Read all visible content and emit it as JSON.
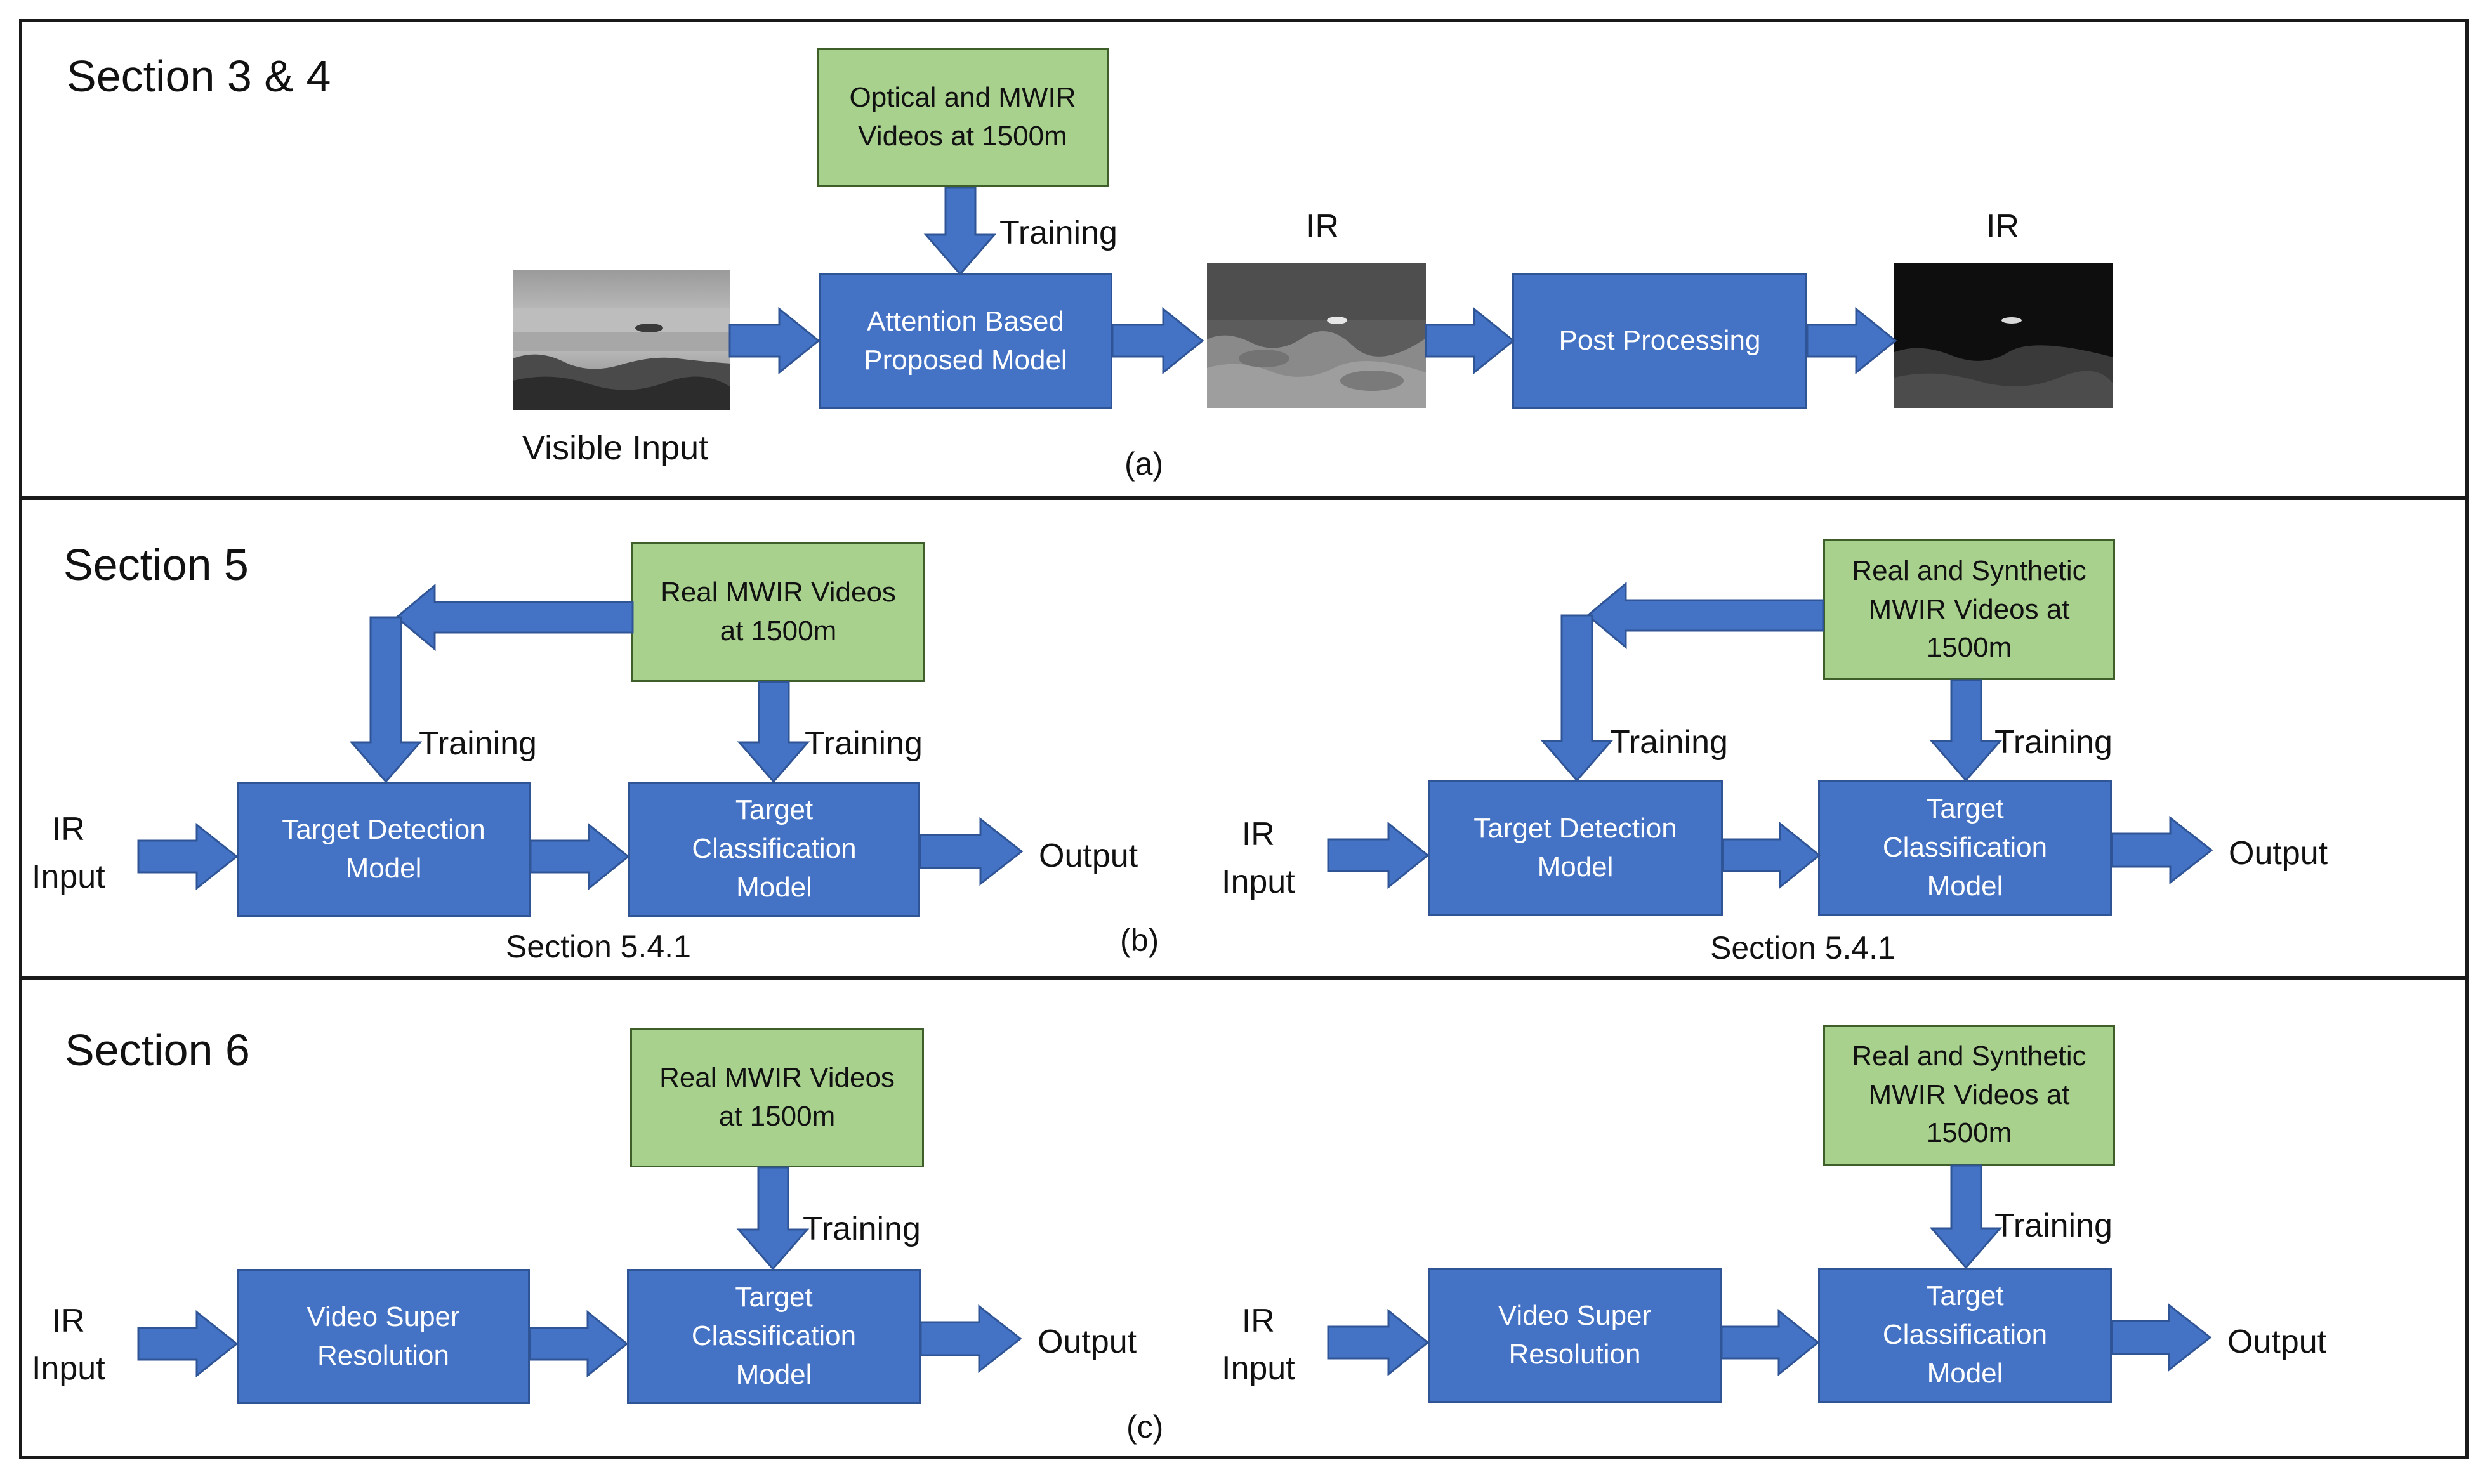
{
  "panel_a": {
    "title": "Section 3 & 4",
    "data_box": "Optical and MWIR\nVideos at 1500m",
    "training": "Training",
    "model_box": "Attention Based\nProposed Model",
    "post_box": "Post Processing",
    "ir_label_1": "IR",
    "ir_label_2": "IR",
    "visible_caption": "Visible Input",
    "sub_label": "(a)"
  },
  "panel_b": {
    "title": "Section 5",
    "sub_label": "(b)",
    "left": {
      "data_box": "Real MWIR Videos\nat 1500m",
      "training_1": "Training",
      "training_2": "Training",
      "input": "IR\nInput",
      "detect_box": "Target Detection\nModel",
      "class_box": "Target\nClassification\nModel",
      "output": "Output",
      "caption": "Section 5.4.1"
    },
    "right": {
      "data_box": "Real and Synthetic\nMWIR Videos at\n1500m",
      "training_1": "Training",
      "training_2": "Training",
      "input": "IR\nInput",
      "detect_box": "Target Detection\nModel",
      "class_box": "Target\nClassification\nModel",
      "output": "Output",
      "caption": "Section 5.4.1"
    }
  },
  "panel_c": {
    "title": "Section 6",
    "sub_label": "(c)",
    "left": {
      "data_box": "Real MWIR Videos\nat 1500m",
      "training": "Training",
      "input": "IR\nInput",
      "vsr_box": "Video Super\nResolution",
      "class_box": "Target\nClassification\nModel",
      "output": "Output"
    },
    "right": {
      "data_box": "Real and Synthetic\nMWIR Videos at\n1500m",
      "training": "Training",
      "input": "IR\nInput",
      "vsr_box": "Video Super\nResolution",
      "class_box": "Target\nClassification\nModel",
      "output": "Output"
    }
  },
  "colors": {
    "model_blue": "#4472c4",
    "model_border": "#2f5597",
    "data_green": "#a9d18e",
    "arrow_blue": "#4472c4"
  }
}
